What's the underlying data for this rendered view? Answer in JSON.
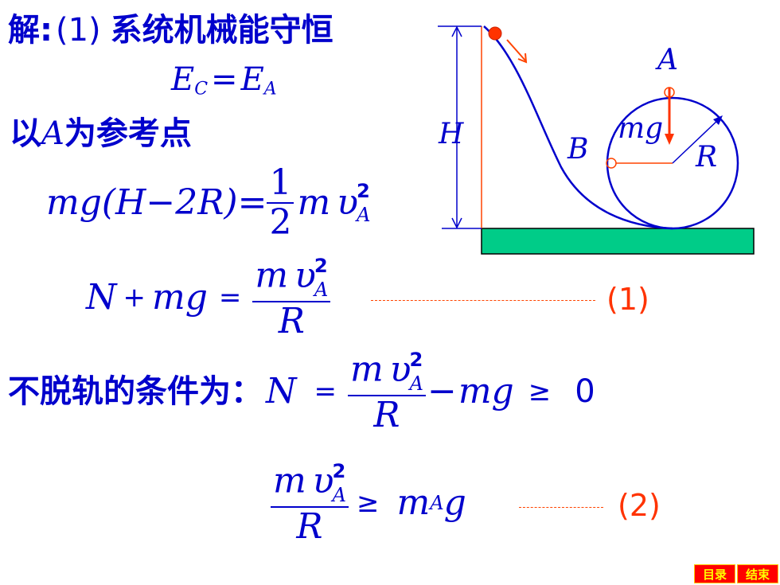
{
  "heading": {
    "prefix": "解",
    "colon": ":",
    "number": "(1)",
    "text": "系统机械能守恒"
  },
  "eq_energy": {
    "lhs": "E",
    "lhs_sub": "C",
    "eq": "=",
    "rhs": "E",
    "rhs_sub": "A"
  },
  "reference": {
    "pre": "以",
    "var": "A",
    "post": "为参考点"
  },
  "eq_energy2": {
    "left": "mg(H−2R)=",
    "num": "1",
    "den": "2",
    "m": "m",
    "v": "υ",
    "sup": "2",
    "sub": "A"
  },
  "eq_normal": {
    "left": "N",
    "plus": "+",
    "mg": "mg",
    "eq": "=",
    "num_m": "m",
    "num_v": "υ",
    "sup": "2",
    "sub": "A",
    "den": "R",
    "tag": "(1)"
  },
  "condition": {
    "label": "不脱轨的条件为：",
    "N": "N",
    "eq": "=",
    "num_m": "m",
    "num_v": "υ",
    "sup": "2",
    "sub": "A",
    "den": "R",
    "minus": "−",
    "mg": "mg",
    "geq": "≥",
    "zero": "0"
  },
  "ineq": {
    "num_m": "m",
    "num_v": "υ",
    "sup": "2",
    "sub": "A",
    "den": "R",
    "geq": "≥",
    "m": "m",
    "m_sub": "A",
    "g": "g",
    "tag": "(2)"
  },
  "diagram": {
    "label_A": "A",
    "label_B": "B",
    "label_H": "H",
    "label_R": "R",
    "label_mg": "mg"
  },
  "nav": {
    "toc": "目录",
    "end": "结束"
  },
  "colors": {
    "text": "#0000cc",
    "accent": "#ff3300",
    "ground": "#00cc88",
    "ball": "#ff3300"
  }
}
